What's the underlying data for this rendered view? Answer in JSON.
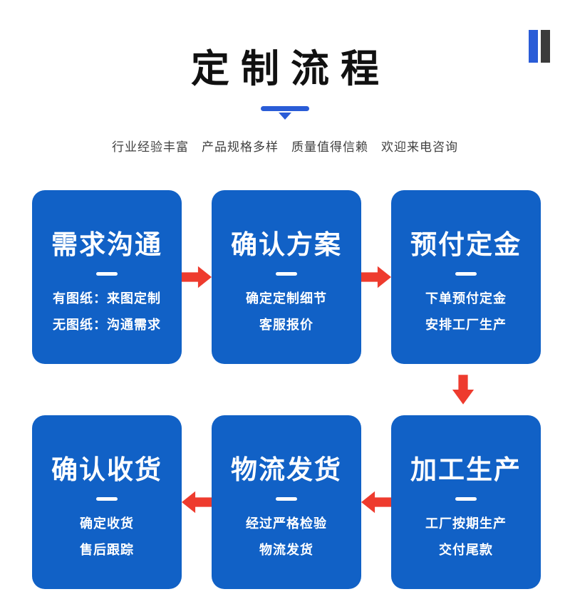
{
  "colors": {
    "card-blue": "#1161c6",
    "arrow-red": "#ee3b2e",
    "accent-blue": "#2a5cd7",
    "bar-dark": "#3b3b3b",
    "text-dark": "#111111",
    "text-gray": "#3f3f3f"
  },
  "header": {
    "title": "定制流程",
    "subtitle": "行业经验丰富　产品规格多样　质量值得信赖　欢迎来电咨询"
  },
  "cards": [
    {
      "title": "需求沟通",
      "lines": [
        "有图纸：来图定制",
        "无图纸：沟通需求"
      ]
    },
    {
      "title": "确认方案",
      "lines": [
        "确定定制细节",
        "客服报价"
      ]
    },
    {
      "title": "预付定金",
      "lines": [
        "下单预付定金",
        "安排工厂生产"
      ]
    },
    {
      "title": "加工生产",
      "lines": [
        "工厂按期生产",
        "交付尾款"
      ]
    },
    {
      "title": "物流发货",
      "lines": [
        "经过严格检验",
        "物流发货"
      ]
    },
    {
      "title": "确认收货",
      "lines": [
        "确定收货",
        "售后跟踪"
      ]
    }
  ]
}
